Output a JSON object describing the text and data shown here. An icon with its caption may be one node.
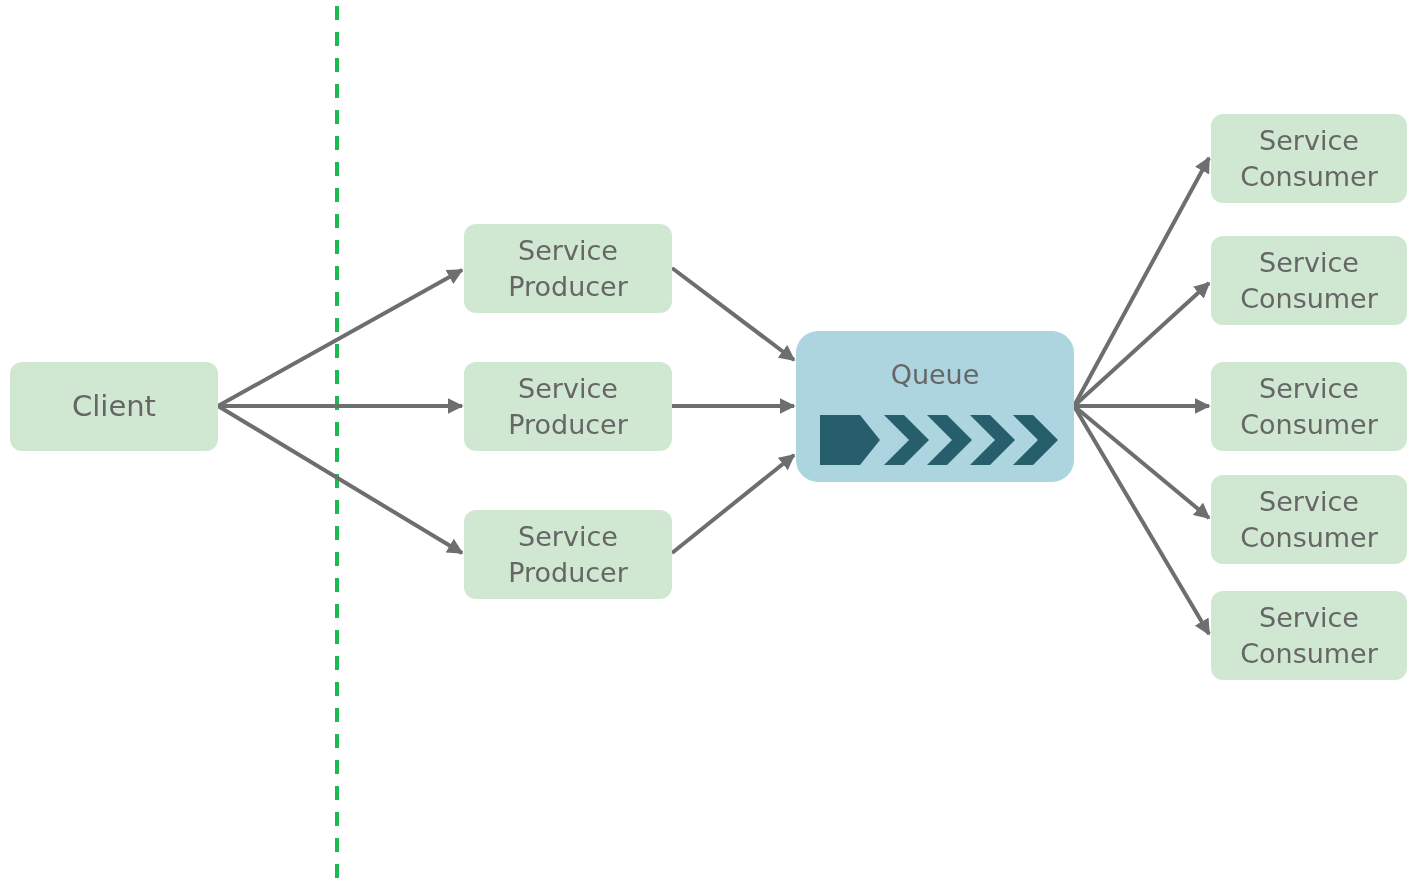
{
  "diagram": {
    "nodes": [
      {
        "text": [
          "Client"
        ]
      },
      {
        "text": [
          "Service Producer"
        ]
      },
      {
        "text": [
          "Service Producer"
        ]
      },
      {
        "text": [
          "Service Producer"
        ]
      },
      {
        "text": [
          "Queue"
        ]
      },
      {
        "text": [
          "Service Consumer"
        ]
      },
      {
        "text": [
          "Service Consumer"
        ]
      },
      {
        "text": [
          "Service Consumer"
        ]
      },
      {
        "text": [
          "Service Consumer"
        ]
      },
      {
        "text": [
          "Service Consumer"
        ]
      }
    ],
    "edges": [
      {
        "from": 0,
        "to": 1,
        "arrow": "to"
      },
      {
        "from": 0,
        "to": 2,
        "arrow": "to"
      },
      {
        "from": 0,
        "to": 3,
        "arrow": "to"
      },
      {
        "from": 1,
        "to": 4,
        "arrow": "to"
      },
      {
        "from": 2,
        "to": 4,
        "arrow": "to"
      },
      {
        "from": 3,
        "to": 4,
        "arrow": "to"
      },
      {
        "from": 4,
        "to": 5,
        "arrow": "to"
      },
      {
        "from": 4,
        "to": 6,
        "arrow": "to"
      },
      {
        "from": 4,
        "to": 7,
        "arrow": "to"
      },
      {
        "from": 4,
        "to": 8,
        "arrow": "to"
      },
      {
        "from": 4,
        "to": 9,
        "arrow": "to"
      }
    ]
  }
}
